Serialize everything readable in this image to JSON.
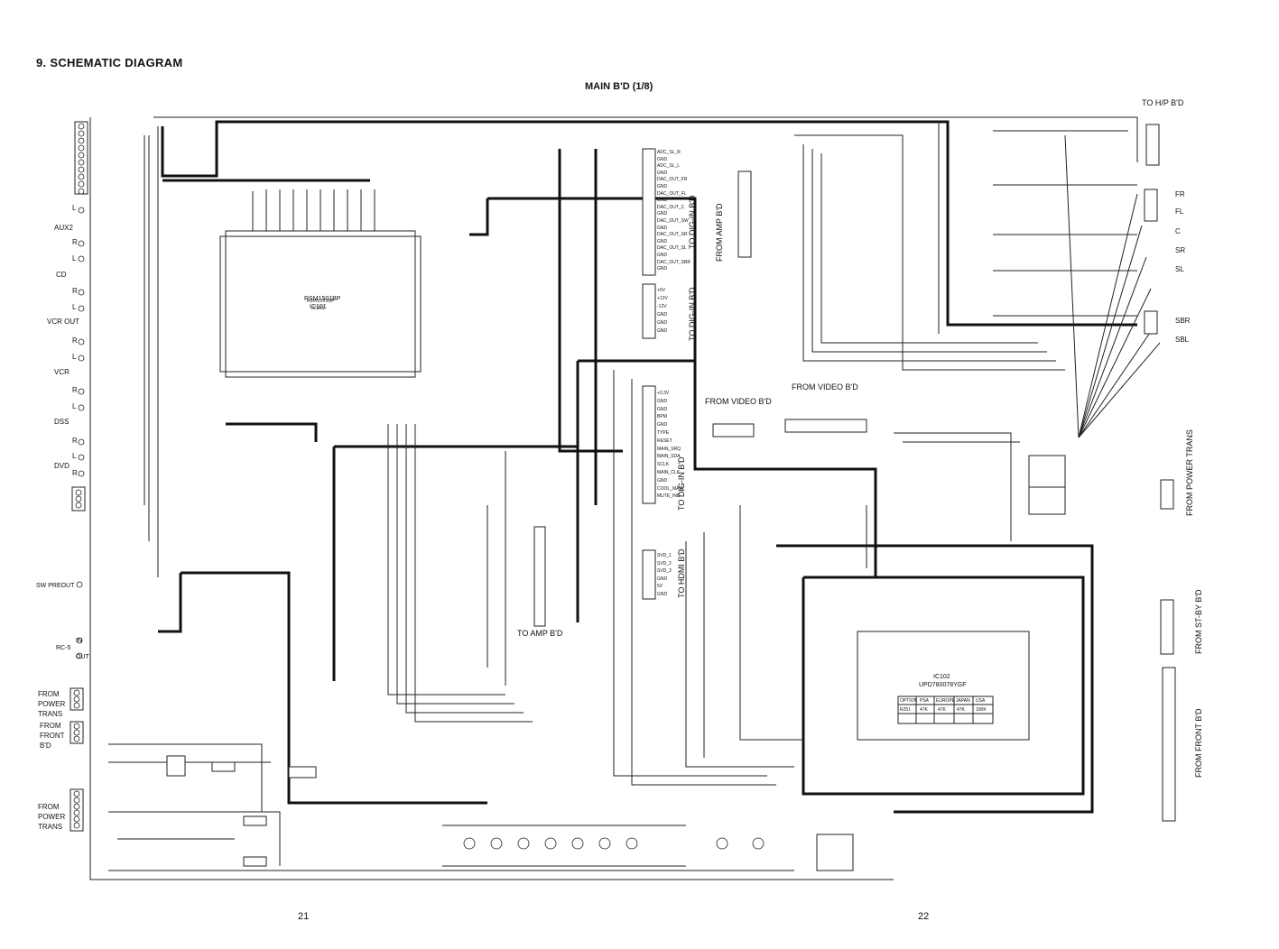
{
  "title": "9. SCHEMATIC DIAGRAM",
  "subtitle": "MAIN B'D (1/8)",
  "pages": {
    "left": "21",
    "right": "22"
  },
  "connectors": {
    "to_hp": "TO H/P B'D",
    "to_dig_in_1": "TO DIG-IN B'D",
    "to_dig_in_2": "TO DIG-IN B'D",
    "to_dig_in_3": "TO DIG-IN B'D",
    "from_amp": "FROM AMP B'D",
    "from_video_1": "FROM VIDEO B'D",
    "from_video_2": "FROM VIDEO B'D",
    "to_hdmi": "TO HDMI B'D",
    "to_amp": "TO AMP B'D",
    "from_power_trans_right": "FROM POWER TRANS",
    "from_st_by": "FROM ST-BY B'D",
    "from_front_right": "FROM FRONT B'D",
    "from_power_trans_left_1": [
      "FROM",
      "POWER",
      "TRANS"
    ],
    "from_front_left": [
      "FROM",
      "FRONT",
      "B'D"
    ],
    "from_power_trans_left_2": [
      "FROM",
      "POWER",
      "TRANS"
    ]
  },
  "inputs": [
    {
      "name": "AUX2",
      "l": "L",
      "r": "R"
    },
    {
      "name": "CD",
      "l": "L",
      "r": "R"
    },
    {
      "name": "VCR OUT",
      "l": "L",
      "r": "R"
    },
    {
      "name": "VCR",
      "l": "L",
      "r": "R"
    },
    {
      "name": "DSS",
      "l": "L",
      "r": "R"
    },
    {
      "name": "DVD",
      "l": "L",
      "r": "R"
    }
  ],
  "left_misc": {
    "sw_preout": "SW PREOUT",
    "rc5": "RC-5",
    "in": "IN",
    "out": "OUT"
  },
  "outputs": [
    "FR",
    "FL",
    "C",
    "SR",
    "SL",
    "SBR",
    "SBL"
  ],
  "ics": {
    "dsp": [
      "RSM1501BP",
      "IC101"
    ],
    "mcu": [
      "IC102",
      "UPD780078YGF"
    ],
    "mcu_option": [
      "OPTION",
      "PSA",
      "EUROPE",
      "JAPAN",
      "USA"
    ],
    "r251": [
      "R251",
      "47K",
      "47K",
      "47K",
      "100K"
    ]
  },
  "dig_pins_1": [
    "ADC_SL_R",
    "GND",
    "ADC_SL_L",
    "GND",
    "DAC_OUT_FR",
    "GND",
    "DAC_OUT_FL",
    "GND",
    "DAC_OUT_C",
    "GND",
    "DAC_OUT_SW",
    "GND",
    "DAC_OUT_SR",
    "GND",
    "DAC_OUT_SL",
    "GND",
    "DAC_OUT_SBR",
    "GND"
  ],
  "dig_pins_2": [
    "+5V",
    "+12V",
    "-12V",
    "GND",
    "GND",
    "GND"
  ],
  "dig_pins_3": [
    "+3.3V",
    "GND",
    "GND",
    "BPM",
    "GND",
    "TYPE",
    "RESET",
    "MAIN_SRQ",
    "MAIN_SDA",
    "SCLK",
    "MAIN_CLK",
    "GND",
    "COOL_MAIN",
    "MUTE_IND"
  ],
  "hdmi_pins": [
    "SVD_1",
    "SVD_2",
    "SVD_3",
    "GND",
    "5V",
    "GND"
  ],
  "colors": {
    "ink": "#111111",
    "bg": "#ffffff"
  }
}
